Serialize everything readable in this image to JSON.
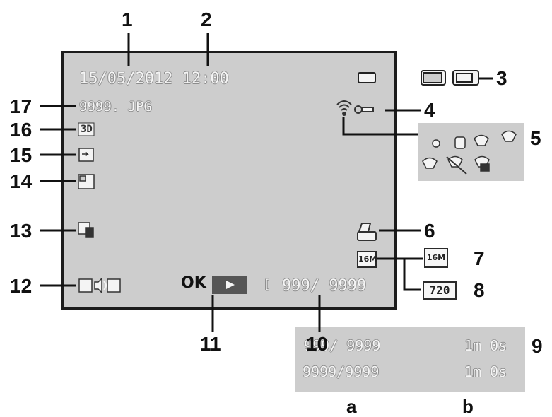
{
  "screen": {
    "datetime": "15/05/2012 12:00",
    "filename": "9999. JPG",
    "frame_counter": "999/ 9999",
    "ok_label": "OK",
    "resolution_label": "16M",
    "movie_label": "720"
  },
  "panel9": {
    "row1_counter": "999/ 9999",
    "row1_time": "1m 0s",
    "row2_counter": "9999/9999",
    "row2_time": "1m 0s"
  },
  "callouts": [
    "1",
    "2",
    "3",
    "4",
    "5",
    "6",
    "7",
    "8",
    "9",
    "10",
    "11",
    "12",
    "13",
    "14",
    "15",
    "16",
    "17"
  ],
  "sublabels": {
    "a": "a",
    "b": "b"
  },
  "colors": {
    "screen_bg": "#cdcdcd",
    "osd_text": "#f4f4f4",
    "callout": "#111111"
  }
}
